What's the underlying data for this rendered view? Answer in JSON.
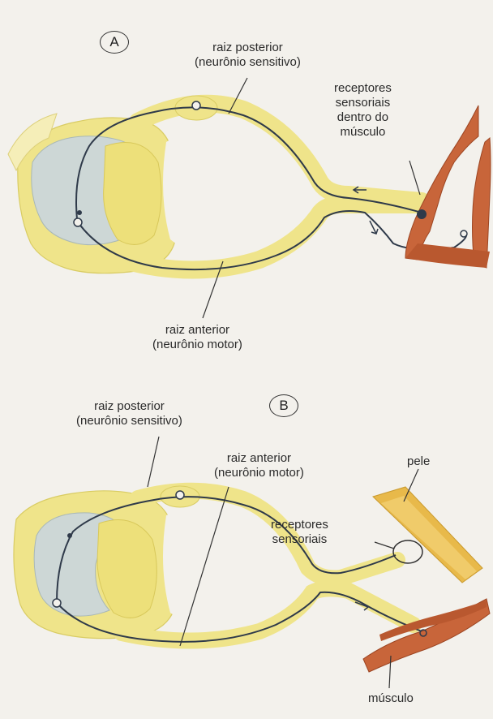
{
  "panel_a": {
    "letter": "A",
    "labels": {
      "posterior_root": [
        "raiz posterior",
        "(neurônio sensitivo)"
      ],
      "anterior_root": [
        "raiz anterior",
        "(neurônio motor)"
      ],
      "receptors": [
        "receptores",
        "sensoriais",
        "dentro do",
        "músculo"
      ]
    }
  },
  "panel_b": {
    "letter": "B",
    "labels": {
      "posterior_root": [
        "raiz posterior",
        "(neurônio sensitivo)"
      ],
      "anterior_root": [
        "raiz anterior",
        "(neurônio motor)"
      ],
      "receptors": [
        "receptores",
        "sensoriais"
      ],
      "skin": "pele",
      "muscle": "músculo"
    }
  },
  "colors": {
    "background": "#f3f1ec",
    "nerve_yellow": "#efe48a",
    "gray_matter": "#cdd7d6",
    "nerve_fiber": "#2f3a4a",
    "muscle": "#c8653a",
    "skin": "#e8b94a"
  }
}
